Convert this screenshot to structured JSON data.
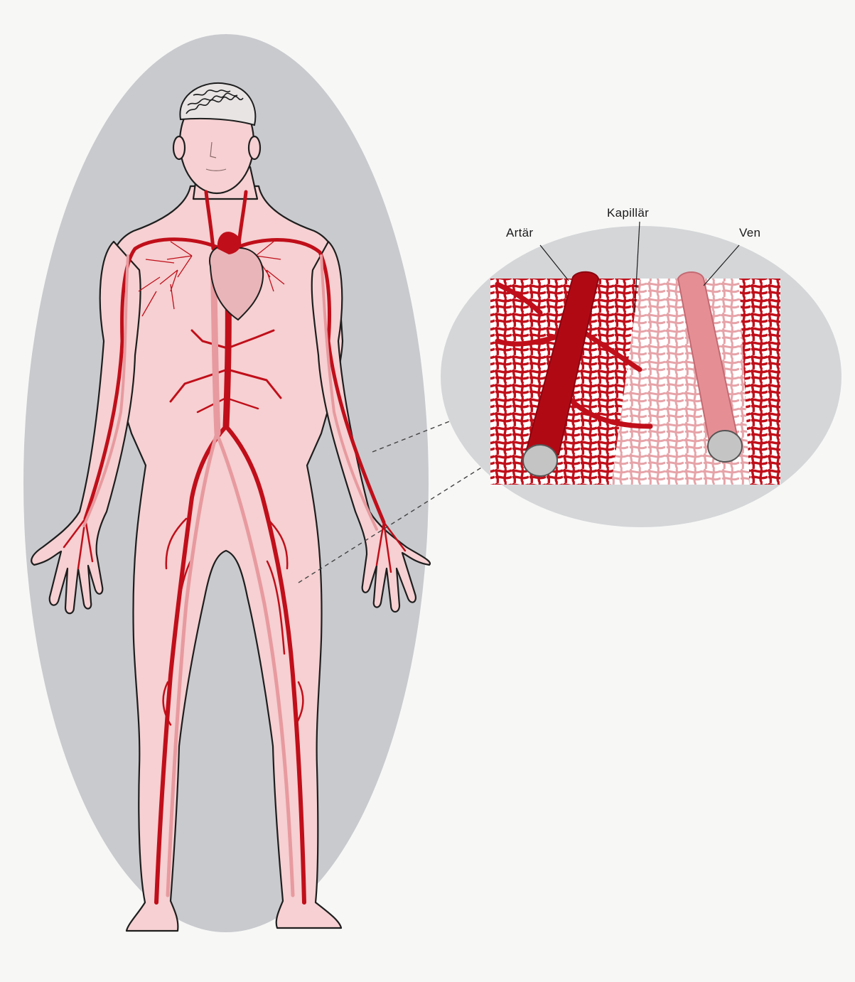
{
  "labels": {
    "arter": "Artär",
    "kapillar": "Kapillär",
    "ven": "Ven"
  },
  "colors": {
    "background": "#f7f8f6",
    "oval_gray": "#c9cace",
    "skin_pink": "#f6d0d2",
    "artery_red": "#c00f1a",
    "vein_pink": "#e79a9f",
    "outline": "#1e1e1e"
  }
}
